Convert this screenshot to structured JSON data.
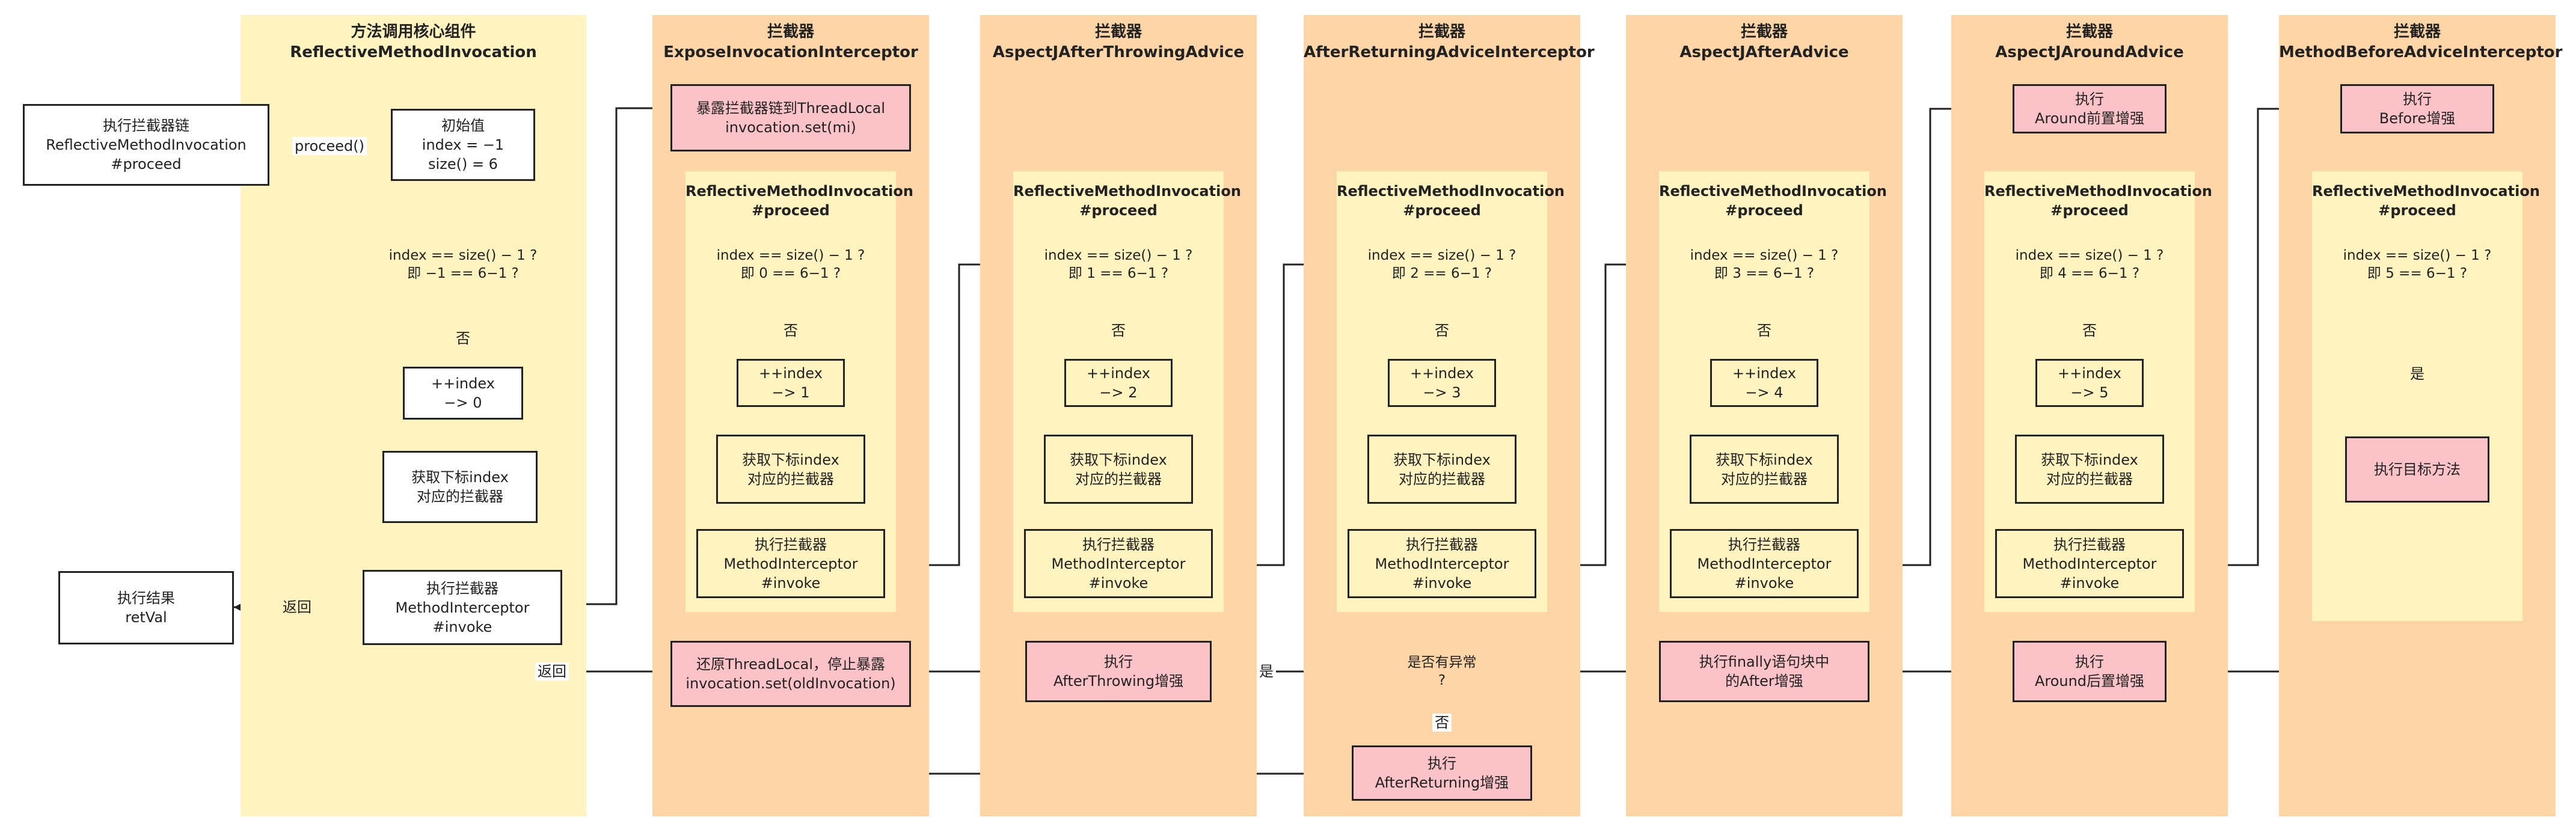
{
  "start_box": "执行拦截器链\nReflectiveMethodInvocation\n#proceed",
  "result_box": "执行结果\nretVal",
  "edge_labels": {
    "proceed": "proceed()",
    "return_result": "返回",
    "return_expose": "返回",
    "no": "否",
    "yes": "是"
  },
  "core": {
    "title": "方法调用核心组件\nReflectiveMethodInvocation",
    "init_box": "初始值\nindex = −1\nsize() = 6",
    "decision": "index == size() − 1 ?\n即 −1 == 6−1 ?",
    "incr": "++index\n−> 0",
    "get": "获取下标index\n对应的拦截器",
    "invoke": "执行拦截器\nMethodInterceptor\n#invoke"
  },
  "lanes": [
    {
      "title": "拦截器\nExposeInvocationInterceptor",
      "top_box": "暴露拦截器链到ThreadLocal\ninvocation.set(mi)",
      "inner_title": "ReflectiveMethodInvocation\n#proceed",
      "decision": "index == size() − 1 ?\n即 0 == 6−1 ?",
      "incr": "++index\n−> 1",
      "get": "获取下标index\n对应的拦截器",
      "invoke": "执行拦截器\nMethodInterceptor\n#invoke",
      "bottom_box": "还原ThreadLocal，停止暴露\ninvocation.set(oldInvocation)"
    },
    {
      "title": "拦截器\nAspectJAfterThrowingAdvice",
      "inner_title": "ReflectiveMethodInvocation\n#proceed",
      "decision": "index == size() − 1 ?\n即 1 == 6−1 ?",
      "incr": "++index\n−> 2",
      "get": "获取下标index\n对应的拦截器",
      "invoke": "执行拦截器\nMethodInterceptor\n#invoke",
      "bottom_box": "执行\nAfterThrowing增强"
    },
    {
      "title": "拦截器\nAfterReturningAdviceInterceptor",
      "inner_title": "ReflectiveMethodInvocation\n#proceed",
      "decision": "index == size() − 1 ?\n即 2 == 6−1 ?",
      "incr": "++index\n−> 3",
      "get": "获取下标index\n对应的拦截器",
      "invoke": "执行拦截器\nMethodInterceptor\n#invoke",
      "exception_decision": "是否有异常\n?",
      "bottom_box": "执行\nAfterReturning增强"
    },
    {
      "title": "拦截器\nAspectJAfterAdvice",
      "inner_title": "ReflectiveMethodInvocation\n#proceed",
      "decision": "index == size() − 1 ?\n即 3 == 6−1 ?",
      "incr": "++index\n−> 4",
      "get": "获取下标index\n对应的拦截器",
      "invoke": "执行拦截器\nMethodInterceptor\n#invoke",
      "bottom_box": "执行finally语句块中\n的After增强"
    },
    {
      "title": "拦截器\nAspectJAroundAdvice",
      "top_box": "执行\nAround前置增强",
      "inner_title": "ReflectiveMethodInvocation\n#proceed",
      "decision": "index == size() − 1 ?\n即 4 == 6−1 ?",
      "incr": "++index\n−> 5",
      "get": "获取下标index\n对应的拦截器",
      "invoke": "执行拦截器\nMethodInterceptor\n#invoke",
      "bottom_box": "执行\nAround后置增强"
    },
    {
      "title": "拦截器\nMethodBeforeAdviceInterceptor",
      "top_box": "执行\nBefore增强",
      "inner_title": "ReflectiveMethodInvocation\n#proceed",
      "decision": "index == size() − 1 ?\n即 5 == 6−1 ?",
      "target_box": "执行目标方法"
    }
  ],
  "colors": {
    "core_lane": "#fff4c0",
    "interceptor_lane": "#fdd5a6",
    "inner_panel": "#fff4c0",
    "highlight_box": "#fbc3c8",
    "line": "#222222"
  }
}
